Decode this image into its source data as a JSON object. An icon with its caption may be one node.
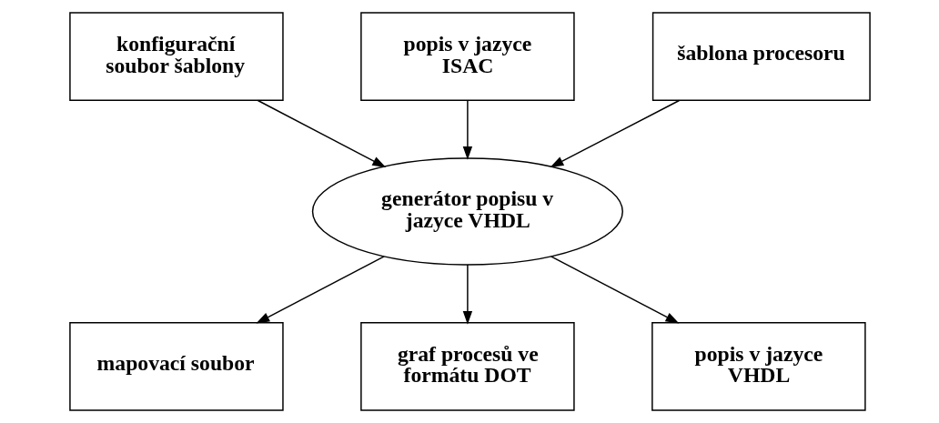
{
  "diagram": {
    "nodes": [
      {
        "text": [
          "konfigurační soubor šablony"
        ]
      },
      {
        "text": [
          "popis v jazyce ISAC"
        ]
      },
      {
        "text": [
          "šablona procesoru"
        ]
      },
      {
        "text": [
          "generátor popisu v jazyce VHDL"
        ]
      },
      {
        "text": [
          "mapovací soubor"
        ]
      },
      {
        "text": [
          "graf procesů ve formátu DOT"
        ]
      },
      {
        "text": [
          "popis v jazyce VHDL"
        ]
      }
    ],
    "edges": [
      {
        "from": 0,
        "to": 3,
        "arrow": "to"
      },
      {
        "from": 1,
        "to": 3,
        "arrow": "to"
      },
      {
        "from": 2,
        "to": 3,
        "arrow": "to"
      },
      {
        "from": 3,
        "to": 4,
        "arrow": "to"
      },
      {
        "from": 3,
        "to": 5,
        "arrow": "to"
      },
      {
        "from": 3,
        "to": 6,
        "arrow": "to"
      }
    ]
  }
}
